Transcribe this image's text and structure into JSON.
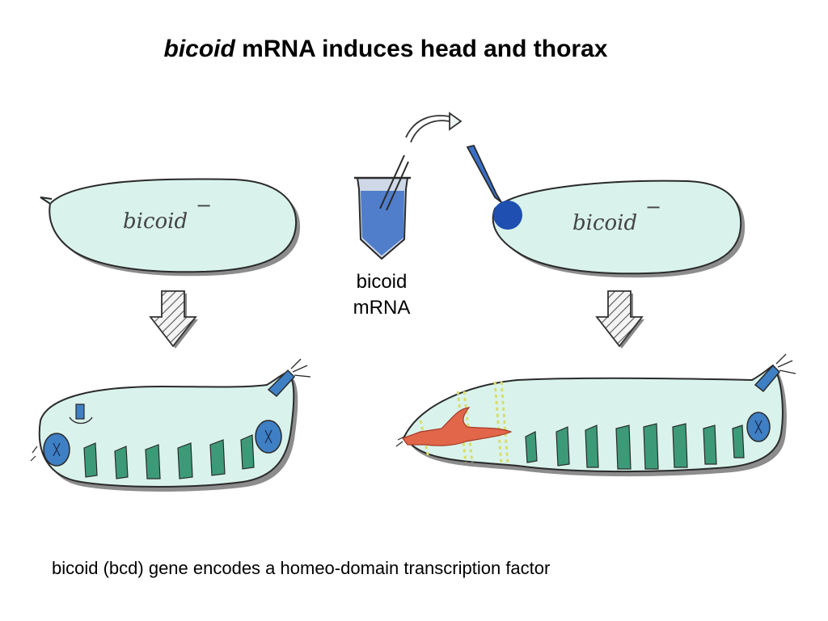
{
  "title": {
    "italic_part": "bicoid",
    "rest": " mRNA induces head and thorax"
  },
  "left_egg_label": "bicoid",
  "left_egg_superscript": "−",
  "right_egg_label": "bicoid",
  "right_egg_superscript": "−",
  "tube_label_line1": "bicoid",
  "tube_label_line2": "mRNA",
  "caption": "bicoid (bcd) gene encodes a homeo-domain transcription factor",
  "colors": {
    "egg_fill": "#d9f3ec",
    "outline": "#2a2a2a",
    "shadow": "#9a9a9a",
    "segment": "#3d9a78",
    "pole": "#3f7fc4",
    "mrna": "#3a6fc6",
    "injection_spot": "#1f4fb0",
    "head_structure": "#e2664a",
    "stripe": "#d9dd6a"
  }
}
